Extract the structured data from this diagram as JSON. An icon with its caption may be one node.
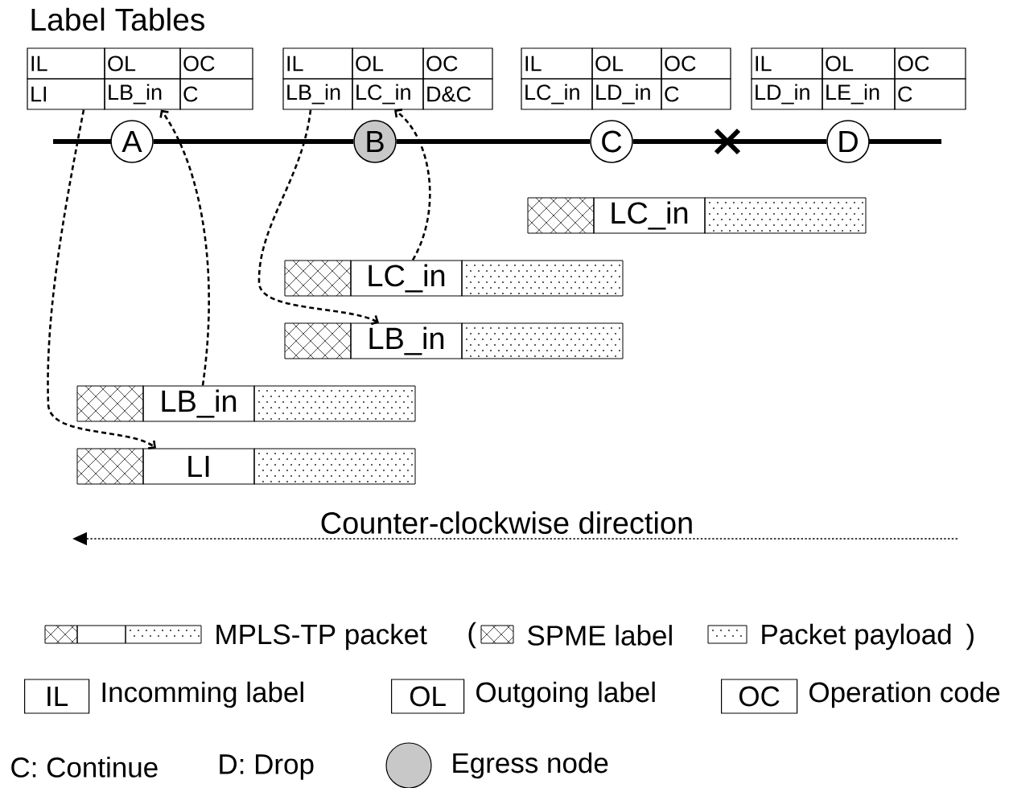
{
  "diagram": {
    "nodes": [
      {
        "text": [
          "IL"
        ]
      },
      {
        "text": [
          "OL"
        ]
      },
      {
        "text": [
          "OC"
        ]
      },
      {
        "text": [
          "LI"
        ]
      },
      {
        "text": [
          "LB_in"
        ]
      },
      {
        "text": [
          "C"
        ]
      },
      {
        "text": [
          "IL"
        ]
      },
      {
        "text": [
          "OL"
        ]
      },
      {
        "text": [
          "OC"
        ]
      },
      {
        "text": [
          "LB_in"
        ]
      },
      {
        "text": [
          "LC_in"
        ]
      },
      {
        "text": [
          "D&C"
        ]
      },
      {
        "text": [
          "IL"
        ]
      },
      {
        "text": [
          "OL"
        ]
      },
      {
        "text": [
          "OC"
        ]
      },
      {
        "text": [
          "LC_in"
        ]
      },
      {
        "text": [
          "LD_in"
        ]
      },
      {
        "text": [
          "C"
        ]
      },
      {
        "text": [
          "IL"
        ]
      },
      {
        "text": [
          "OL"
        ]
      },
      {
        "text": [
          "OC"
        ]
      },
      {
        "text": [
          "LD_in"
        ]
      },
      {
        "text": [
          "LE_in"
        ]
      },
      {
        "text": [
          "C"
        ]
      },
      {
        "text": [
          "A"
        ]
      },
      {
        "text": [
          "B"
        ]
      },
      {
        "text": [
          "C"
        ]
      },
      {
        "text": [
          "D"
        ]
      },
      {
        "text": [
          "LC_in"
        ]
      },
      {
        "text": [
          "LC_in"
        ]
      },
      {
        "text": [
          "LB_in"
        ]
      },
      {
        "text": [
          "LB_in"
        ]
      },
      {
        "text": [
          "LI"
        ]
      }
    ],
    "edges": [
      {
        "from": 31,
        "to": 4,
        "arrow": "to",
        "style": "dashed"
      },
      {
        "from": 3,
        "to": 32,
        "arrow": "to",
        "style": "dashed"
      },
      {
        "from": 29,
        "to": 10,
        "arrow": "to",
        "style": "dashed"
      },
      {
        "from": 9,
        "to": 30,
        "arrow": "to",
        "style": "dashed"
      },
      {
        "from": 24,
        "to": 25,
        "arrow": "none",
        "style": "thick"
      },
      {
        "from": 25,
        "to": 26,
        "arrow": "none",
        "style": "thick"
      },
      {
        "from": 26,
        "to": 27,
        "arrow": "none",
        "style": "thick"
      }
    ],
    "labels": [
      "Label Tables",
      "Counter-clockwise direction",
      "(",
      ")",
      "IL",
      "Incomming label",
      "OL",
      "Outgoing label",
      "OC",
      "Operation code",
      "C: Continue",
      "D: Drop"
    ],
    "legend": [
      {
        "text": "MPLS-TP packet"
      },
      {
        "text": "SPME label"
      },
      {
        "text": "Packet payload"
      },
      {
        "text": "Egress node",
        "color": "#c8c8c8"
      }
    ]
  }
}
